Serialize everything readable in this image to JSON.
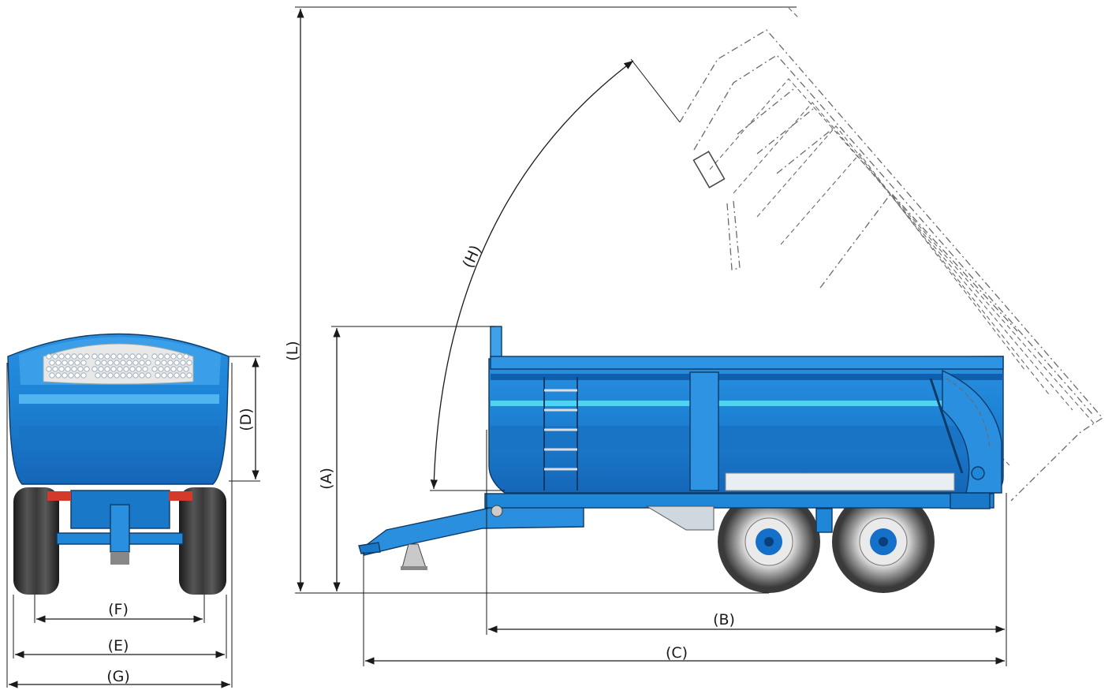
{
  "labels": {
    "A": "(A)",
    "B": "(B)",
    "C": "(C)",
    "D": "(D)",
    "E": "(E)",
    "F": "(F)",
    "G": "(G)",
    "H": "(H)",
    "L": "(L)"
  },
  "colors": {
    "body_blue": "#1f86d8",
    "body_light": "#3da2ea",
    "body_dark": "#0f5fae",
    "stripe": "#4fd3f5",
    "tire": "#2b2b2b",
    "hub": "#1470c8",
    "outline": "#0d3a66"
  }
}
